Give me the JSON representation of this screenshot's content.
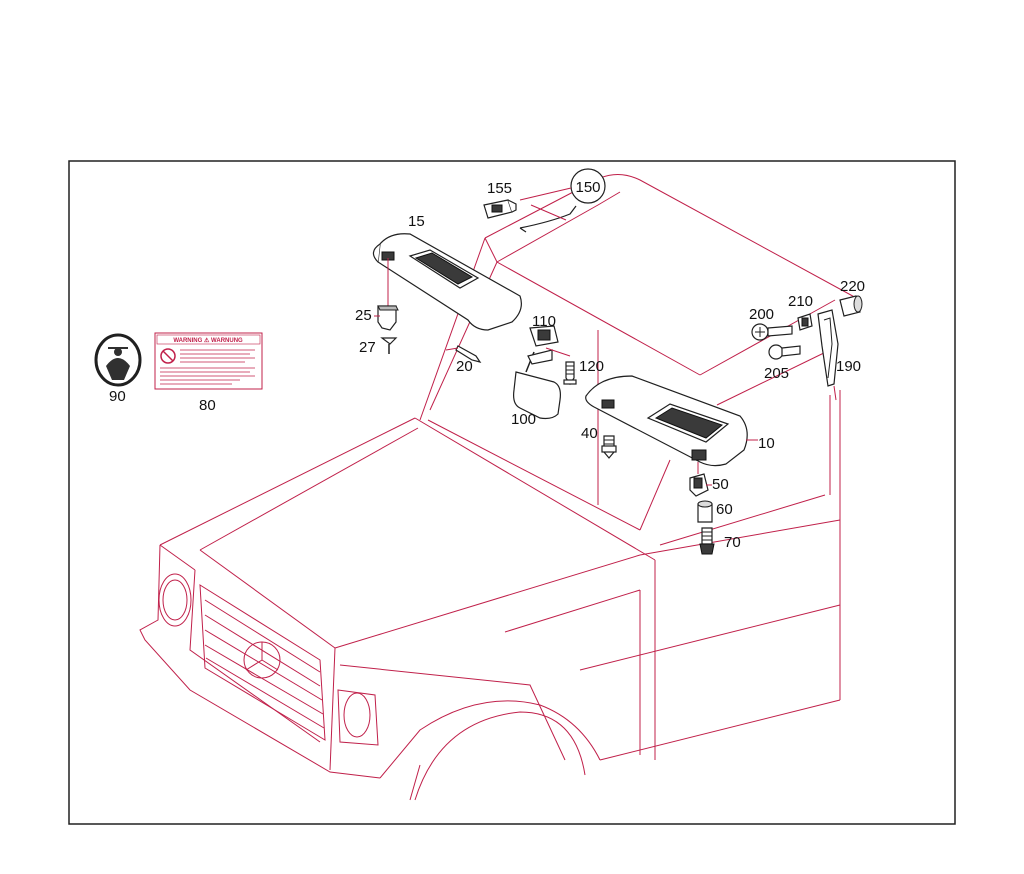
{
  "diagram": {
    "labels": {
      "p10": "10",
      "p15": "15",
      "p20": "20",
      "p25": "25",
      "p27": "27",
      "p40": "40",
      "p50": "50",
      "p60": "60",
      "p70": "70",
      "p80": "80",
      "p90": "90",
      "p100": "100",
      "p110": "110",
      "p120": "120",
      "p150": "150",
      "p155": "155",
      "p190": "190",
      "p200": "200",
      "p205": "205",
      "p210": "210",
      "p220": "220"
    },
    "warning_label": {
      "title": "WARNING ⚠ WARNUNG"
    }
  },
  "colors": {
    "line": "#c0204a",
    "part": "#202020",
    "frame": "#202020"
  }
}
